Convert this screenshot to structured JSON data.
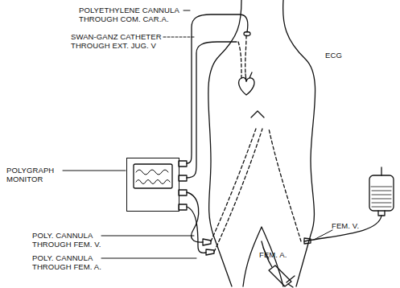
{
  "diagram": {
    "nodes": [
      {
        "text": [
          "POLYGRAPH MONITOR"
        ]
      }
    ],
    "labels": [
      "POLYETHYLENE CANNULA THROUGH COM. CAR.A.",
      "SWAN-GANZ CATHETER THROUGH EXT. JUG. V",
      "ECG",
      "POLY. CANNULA THROUGH FEM. V.",
      "POLY. CANNULA THROUGH FEM. A.",
      "FEM. V.",
      "FEM. A."
    ]
  }
}
